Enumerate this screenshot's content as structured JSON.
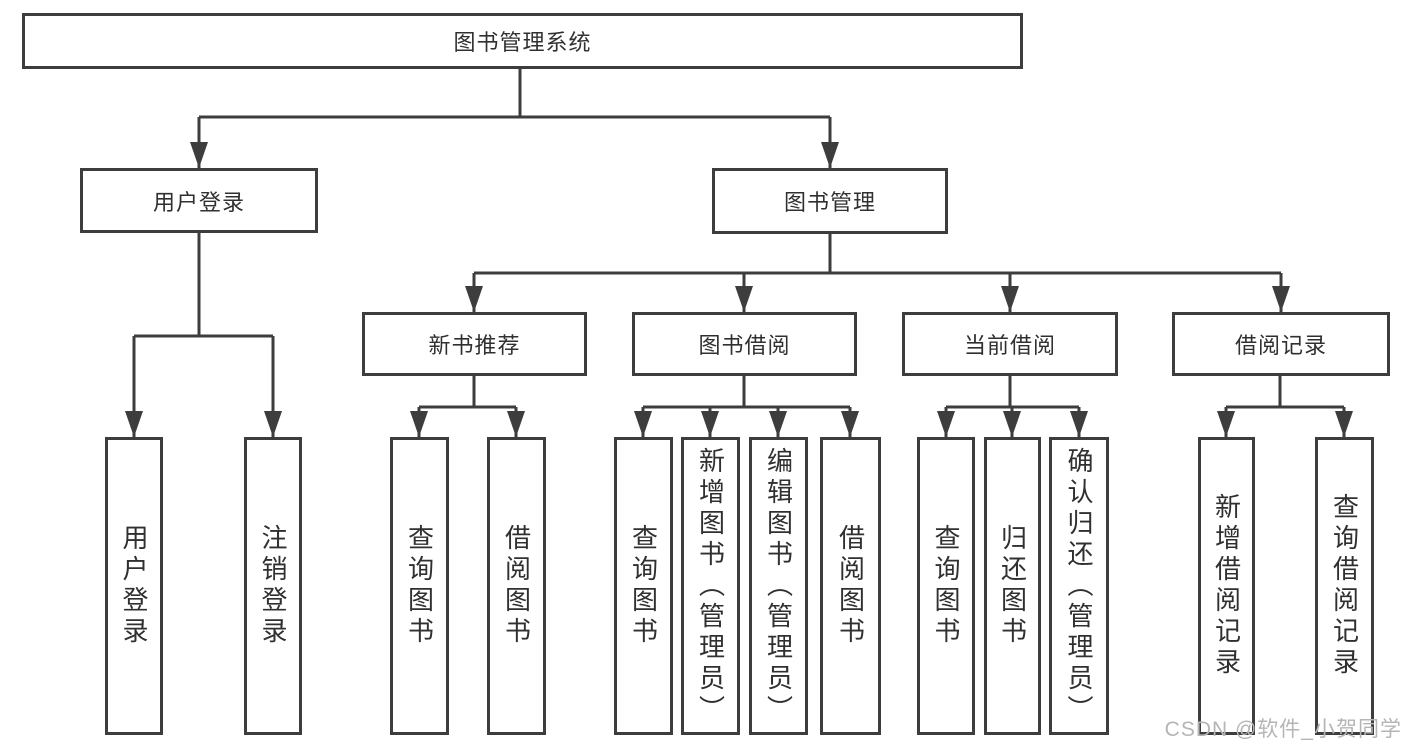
{
  "diagram_title": "图书管理系统",
  "tree": {
    "root": "图书管理系统",
    "branches": [
      {
        "label": "用户登录",
        "children": [
          "用户登录",
          "注销登录"
        ]
      },
      {
        "label": "图书管理",
        "sections": [
          {
            "label": "新书推荐",
            "children": [
              "查询图书",
              "借阅图书"
            ]
          },
          {
            "label": "图书借阅",
            "children": [
              "查询图书",
              "新增图书（管理员）",
              "编辑图书（管理员）",
              "借阅图书"
            ]
          },
          {
            "label": "当前借阅",
            "children": [
              "查询图书",
              "归还图书",
              "确认归还（管理员）"
            ]
          },
          {
            "label": "借阅记录",
            "children": [
              "新增借阅记录",
              "查询借阅记录"
            ]
          }
        ]
      }
    ]
  },
  "watermark": "CSDN @软件_小贺同学",
  "colors": {
    "line": "#3d3d3d",
    "text": "#303030",
    "background": "#ffffff",
    "watermark": "#b5b5b5"
  }
}
